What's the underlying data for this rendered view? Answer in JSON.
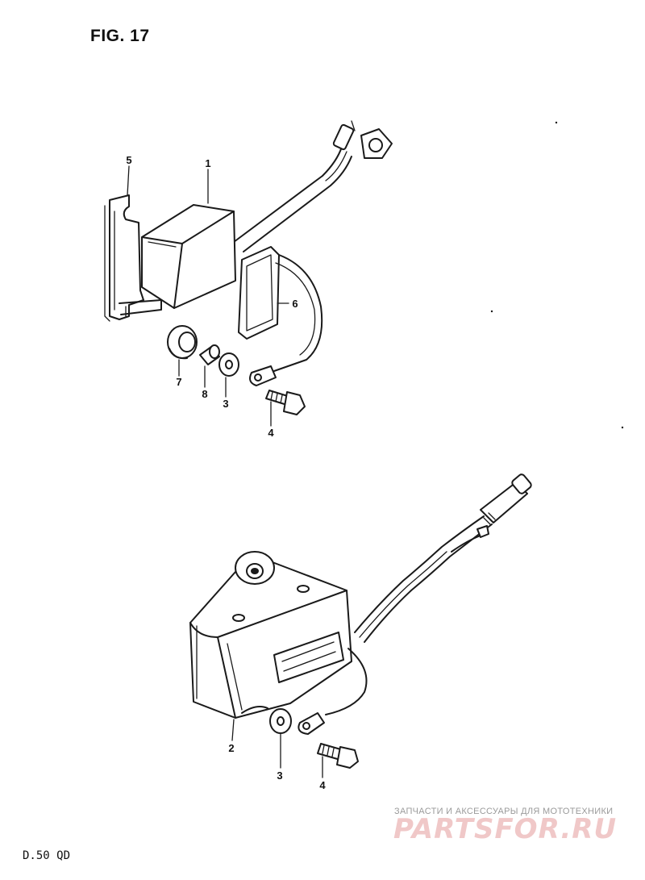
{
  "figure": {
    "title": "FIG. 17"
  },
  "footer": {
    "code": "D.50 QD"
  },
  "watermark": {
    "tagline": "ЗАПЧАСТИ И АКСЕССУАРЫ ДЛЯ МОТОТЕХНИКИ",
    "brand": "PARTSFOR.RU",
    "brand_color": "#f0c8c8"
  },
  "callouts_upper": {
    "bracket": "5",
    "unit": "1",
    "band": "6",
    "grommet": "7",
    "collar": "8",
    "washer": "3",
    "bolt": "4"
  },
  "callouts_lower": {
    "unit": "2",
    "washer": "3",
    "bolt": "4"
  }
}
